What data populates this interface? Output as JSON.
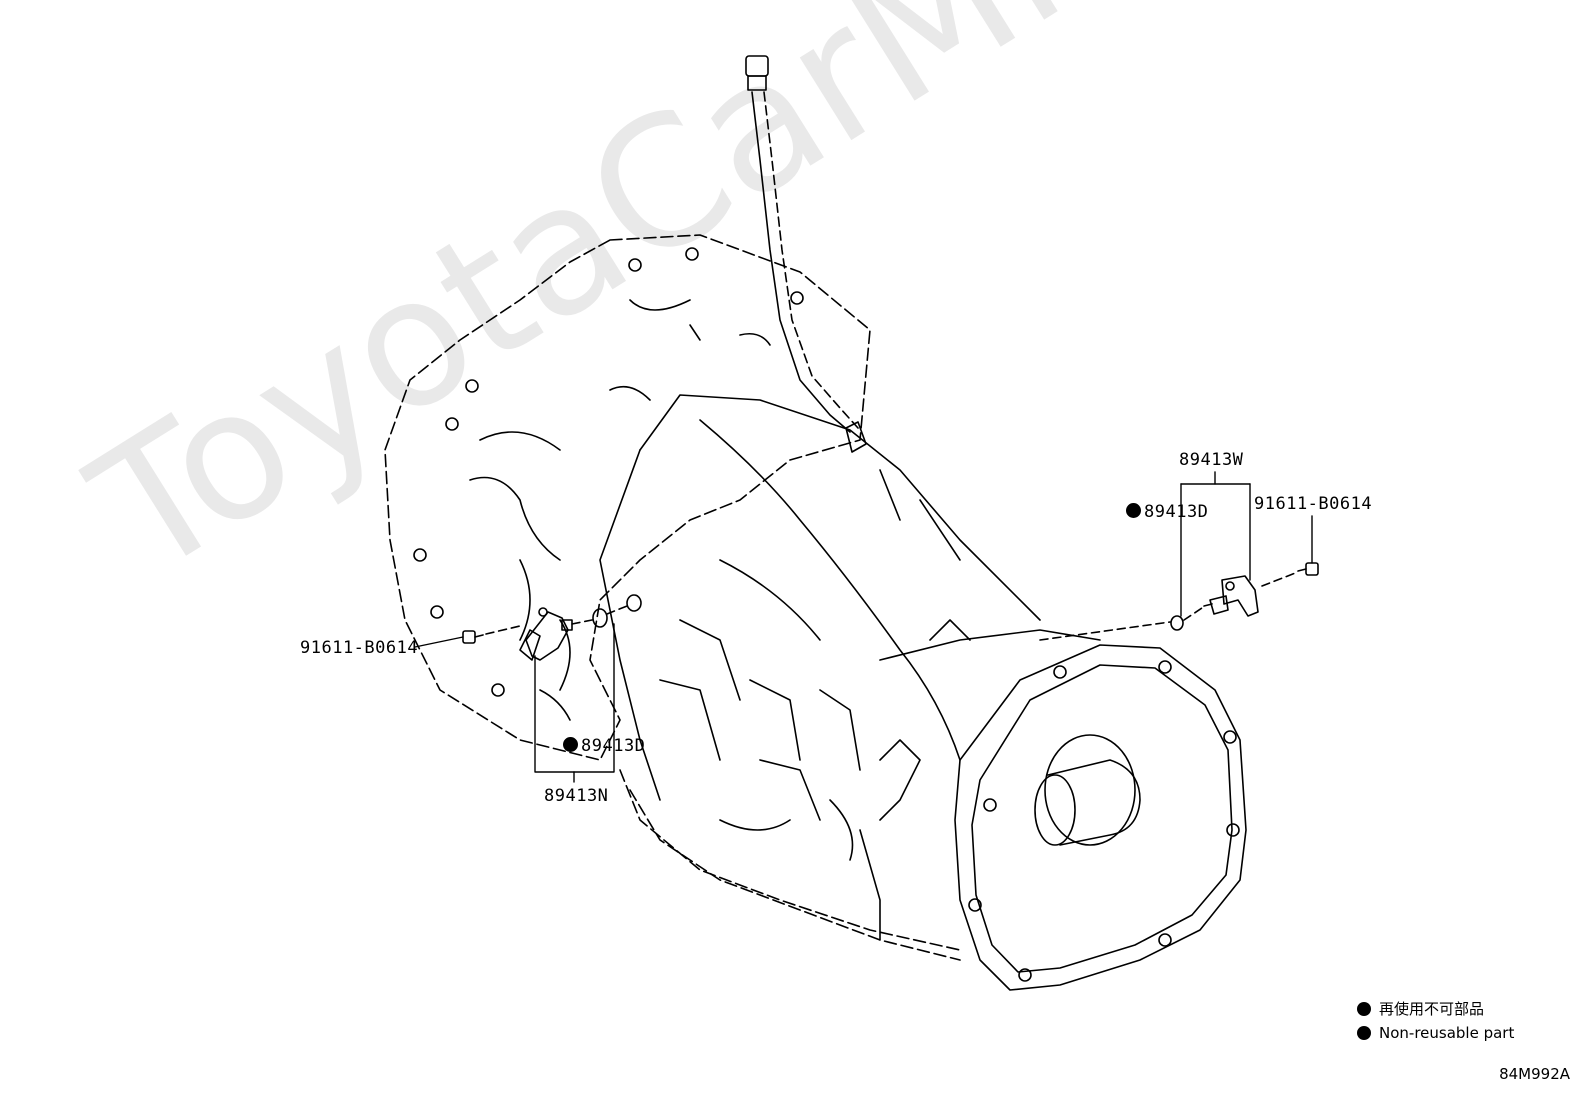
{
  "watermark": "ToyotaCarMine.ru",
  "diagram_code": "84M992A",
  "callouts": {
    "sensor_assy_upper": "89413W",
    "oring_upper": "89413D",
    "bolt_upper": "91611-B0614",
    "bolt_lower": "91611-B0614",
    "oring_lower": "89413D",
    "sensor_assy_lower": "89413N"
  },
  "legend": {
    "japanese": "再使用不可部品",
    "english": "Non-reusable part"
  },
  "colors": {
    "ink": "#000000",
    "watermark": "#e9e9e9"
  }
}
